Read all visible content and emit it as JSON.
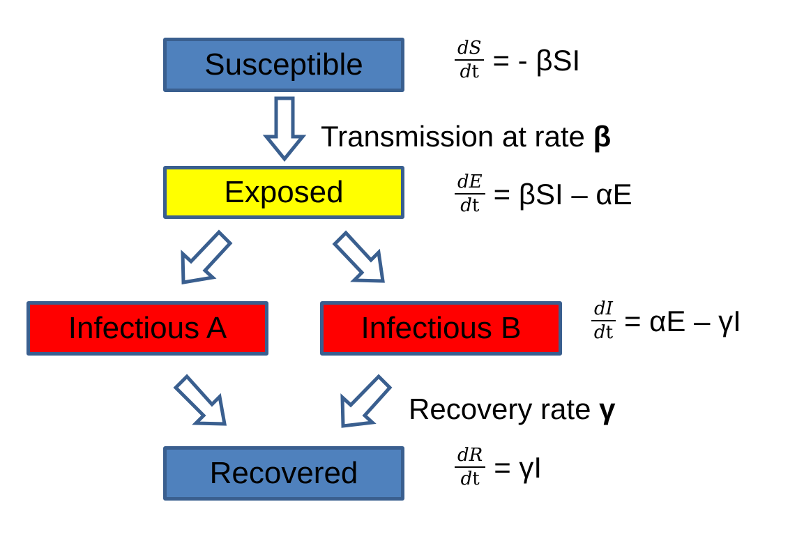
{
  "colors": {
    "border": "#3a5f8f",
    "susceptible_fill": "#4f81bd",
    "exposed_fill": "#ffff00",
    "infectious_fill": "#ff0000",
    "recovered_fill": "#4f81bd",
    "arrow_stroke": "#3a5f8f"
  },
  "nodes": {
    "susceptible": "Susceptible",
    "exposed": "Exposed",
    "infectious_a": "Infectious A",
    "infectious_b": "Infectious B",
    "recovered": "Recovered"
  },
  "labels": {
    "transmission_text": "Transmission at rate ",
    "transmission_symbol": "β",
    "recovery_text": "Recovery rate ",
    "recovery_symbol": "γ"
  },
  "equations": {
    "dS": {
      "num_d": "d",
      "num_var": "S",
      "den_d": "d",
      "den_t": "t",
      "rhs": "= - βSI"
    },
    "dE": {
      "num_d": "d",
      "num_var": "E",
      "den_d": "d",
      "den_t": "t",
      "rhs": "= βSI – αE"
    },
    "dI": {
      "num_d": "d",
      "num_var": "I",
      "den_d": "d",
      "den_t": "t",
      "rhs": "= αE – γI"
    },
    "dR": {
      "num_d": "d",
      "num_var": "R",
      "den_d": "d",
      "den_t": "t",
      "rhs": "= γI"
    }
  }
}
